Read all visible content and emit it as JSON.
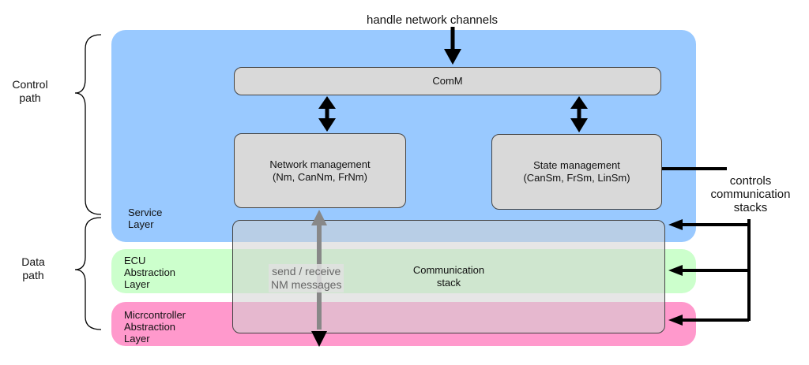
{
  "top_label": "handle network channels",
  "right_label": "controls\ncommunication\nstacks",
  "side_labels": {
    "control_path": "Control\npath",
    "data_path": "Data\npath"
  },
  "layers": {
    "service": "Service\nLayer",
    "ecu": "ECU\nAbstraction\nLayer",
    "mcal": "Micrcontroller\nAbstraction\nLayer"
  },
  "boxes": {
    "comm": "ComM",
    "network_management": "Network management\n(Nm, CanNm, FrNm)",
    "state_management": "State management\n(CanSm, FrSm, LinSm)",
    "communication_stack": "Communication\nstack"
  },
  "nm_messages_label": "send / receive\nNM messages",
  "colors": {
    "service_layer": "#99c9ff",
    "ecu_layer": "#ccffcc",
    "mcal_layer": "#ff99cc",
    "box_fill": "#d9d9d9"
  }
}
